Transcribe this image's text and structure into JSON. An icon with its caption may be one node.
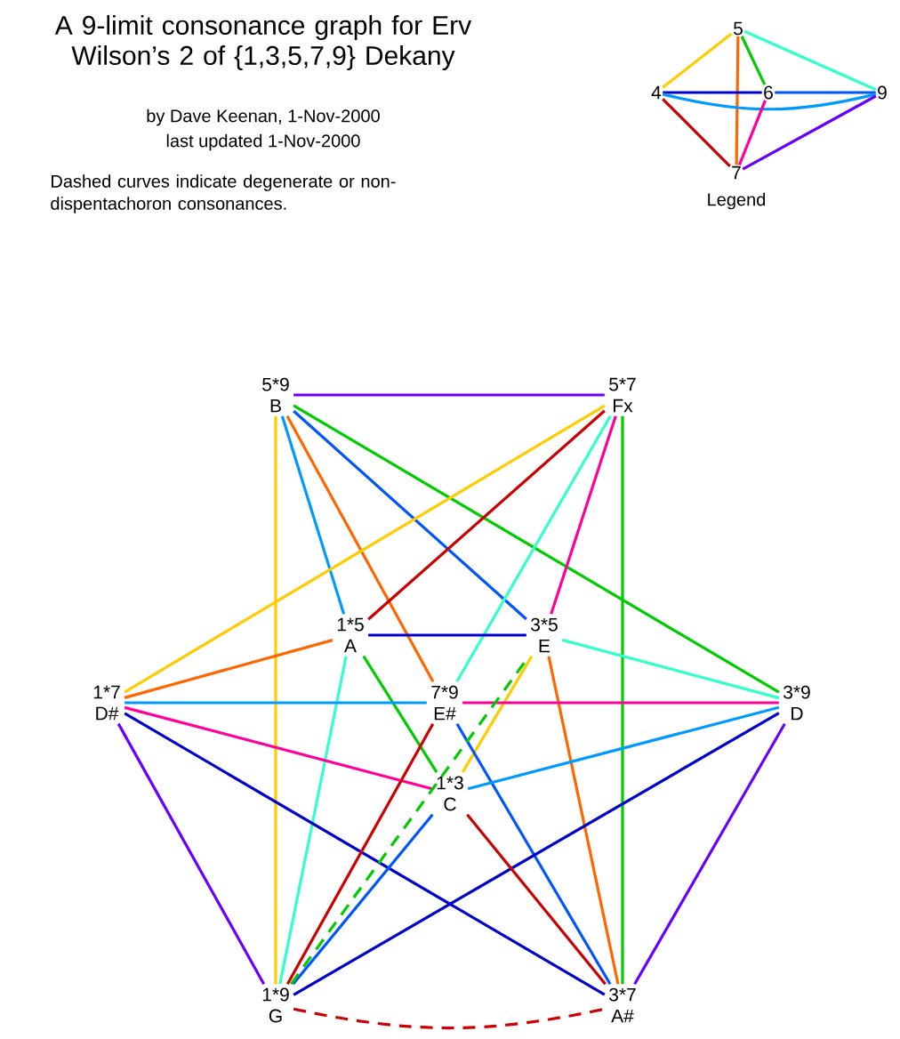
{
  "diagram": {
    "title": "A 9-limit consonance graph for Erv Wilson’s 2 of {1,3,5,7,9} Dekany",
    "nodes": [
      {
        "text": [
          "5*9",
          "B"
        ]
      },
      {
        "text": [
          "5*7",
          "Fx"
        ]
      },
      {
        "text": [
          "1*5",
          "A"
        ]
      },
      {
        "text": [
          "3*5",
          "E"
        ]
      },
      {
        "text": [
          "1*7",
          "D#"
        ]
      },
      {
        "text": [
          "7*9",
          "E#"
        ]
      },
      {
        "text": [
          "3*9",
          "D"
        ]
      },
      {
        "text": [
          "1*3",
          "C"
        ]
      },
      {
        "text": [
          "1*9",
          "G"
        ]
      },
      {
        "text": [
          "3*7",
          "A#"
        ]
      },
      {
        "text": [
          "5"
        ]
      },
      {
        "text": [
          "4"
        ]
      },
      {
        "text": [
          "6"
        ]
      },
      {
        "text": [
          "9"
        ]
      },
      {
        "text": [
          "7"
        ]
      }
    ],
    "edges": [
      {
        "from": 0,
        "to": 1,
        "arrow": "none",
        "color": "#6600ff"
      },
      {
        "from": 0,
        "to": 2,
        "arrow": "none",
        "color": "#0099ff"
      },
      {
        "from": 0,
        "to": 3,
        "arrow": "none",
        "color": "#0055ff"
      },
      {
        "from": 0,
        "to": 5,
        "arrow": "none",
        "color": "#ff6600"
      },
      {
        "from": 0,
        "to": 6,
        "arrow": "none",
        "color": "#00cc00"
      },
      {
        "from": 0,
        "to": 8,
        "arrow": "none",
        "color": "#ffcc00"
      },
      {
        "from": 1,
        "to": 2,
        "arrow": "none",
        "color": "#cc0000"
      },
      {
        "from": 1,
        "to": 3,
        "arrow": "none",
        "color": "#ff0099"
      },
      {
        "from": 1,
        "to": 4,
        "arrow": "none",
        "color": "#ffcc00"
      },
      {
        "from": 1,
        "to": 5,
        "arrow": "none",
        "color": "#33ffcc"
      },
      {
        "from": 1,
        "to": 9,
        "arrow": "none",
        "color": "#00cc00"
      },
      {
        "from": 2,
        "to": 3,
        "arrow": "none",
        "color": "#0000cc"
      },
      {
        "from": 2,
        "to": 4,
        "arrow": "none",
        "color": "#ff6600"
      },
      {
        "from": 2,
        "to": 7,
        "arrow": "none",
        "color": "#00cc00"
      },
      {
        "from": 2,
        "to": 8,
        "arrow": "none",
        "color": "#33ffcc"
      },
      {
        "from": 3,
        "to": 7,
        "arrow": "none",
        "color": "#ffcc00"
      },
      {
        "from": 3,
        "to": 6,
        "arrow": "none",
        "color": "#33ffcc"
      },
      {
        "from": 3,
        "to": 9,
        "arrow": "none",
        "color": "#ff6600"
      },
      {
        "from": 4,
        "to": 5,
        "arrow": "none",
        "color": "#0099ff"
      },
      {
        "from": 4,
        "to": 7,
        "arrow": "none",
        "color": "#ff0099"
      },
      {
        "from": 4,
        "to": 8,
        "arrow": "none",
        "color": "#6600ff"
      },
      {
        "from": 4,
        "to": 9,
        "arrow": "none",
        "color": "#0000cc"
      },
      {
        "from": 5,
        "to": 6,
        "arrow": "none",
        "color": "#ff0099"
      },
      {
        "from": 5,
        "to": 8,
        "arrow": "none",
        "color": "#cc0000"
      },
      {
        "from": 5,
        "to": 9,
        "arrow": "none",
        "color": "#0055ff"
      },
      {
        "from": 6,
        "to": 7,
        "arrow": "none",
        "color": "#0099ff"
      },
      {
        "from": 6,
        "to": 8,
        "arrow": "none",
        "color": "#0000cc"
      },
      {
        "from": 6,
        "to": 9,
        "arrow": "none",
        "color": "#6600ff"
      },
      {
        "from": 7,
        "to": 8,
        "arrow": "none",
        "color": "#0055ff"
      },
      {
        "from": 7,
        "to": 9,
        "arrow": "none",
        "color": "#cc0000"
      },
      {
        "from": 8,
        "to": 3,
        "arrow": "none",
        "style": "dashed",
        "color": "#00cc00"
      },
      {
        "from": 8,
        "to": 9,
        "arrow": "none",
        "style": "dashed",
        "color": "#cc0000"
      },
      {
        "from": 11,
        "to": 10,
        "arrow": "none",
        "color": "#ffcc00"
      },
      {
        "from": 10,
        "to": 14,
        "arrow": "none",
        "color": "#ff6600"
      },
      {
        "from": 10,
        "to": 12,
        "arrow": "none",
        "color": "#00cc00"
      },
      {
        "from": 10,
        "to": 13,
        "arrow": "none",
        "color": "#33ffcc"
      },
      {
        "from": 11,
        "to": 12,
        "arrow": "none",
        "color": "#0000cc"
      },
      {
        "from": 12,
        "to": 13,
        "arrow": "none",
        "color": "#0055ff"
      },
      {
        "from": 11,
        "to": 13,
        "arrow": "none",
        "color": "#0099ff"
      },
      {
        "from": 11,
        "to": 14,
        "arrow": "none",
        "color": "#cc0000"
      },
      {
        "from": 12,
        "to": 14,
        "arrow": "none",
        "color": "#ff0099"
      },
      {
        "from": 14,
        "to": 13,
        "arrow": "none",
        "color": "#6600ff"
      }
    ],
    "labels": [
      "by Dave Keenan, 1-Nov-2000",
      "last updated 1-Nov-2000",
      "Dashed curves indicate degenerate or non-dispentachoron consonances.",
      "Legend"
    ]
  }
}
